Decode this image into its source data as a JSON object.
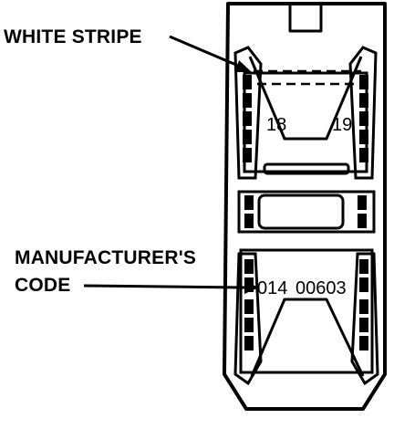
{
  "callouts": {
    "white_stripe": "WHITE STRIPE",
    "manufacturer_code_line1": "MANUFACTURER'S",
    "manufacturer_code_line2": "CODE"
  },
  "fuse_markings": {
    "top_left_number": "18",
    "top_right_number": "19",
    "manufacturer_code_left": "014",
    "manufacturer_code_right": "00603"
  },
  "colors": {
    "ink": "#000000",
    "paper": "#ffffff"
  }
}
